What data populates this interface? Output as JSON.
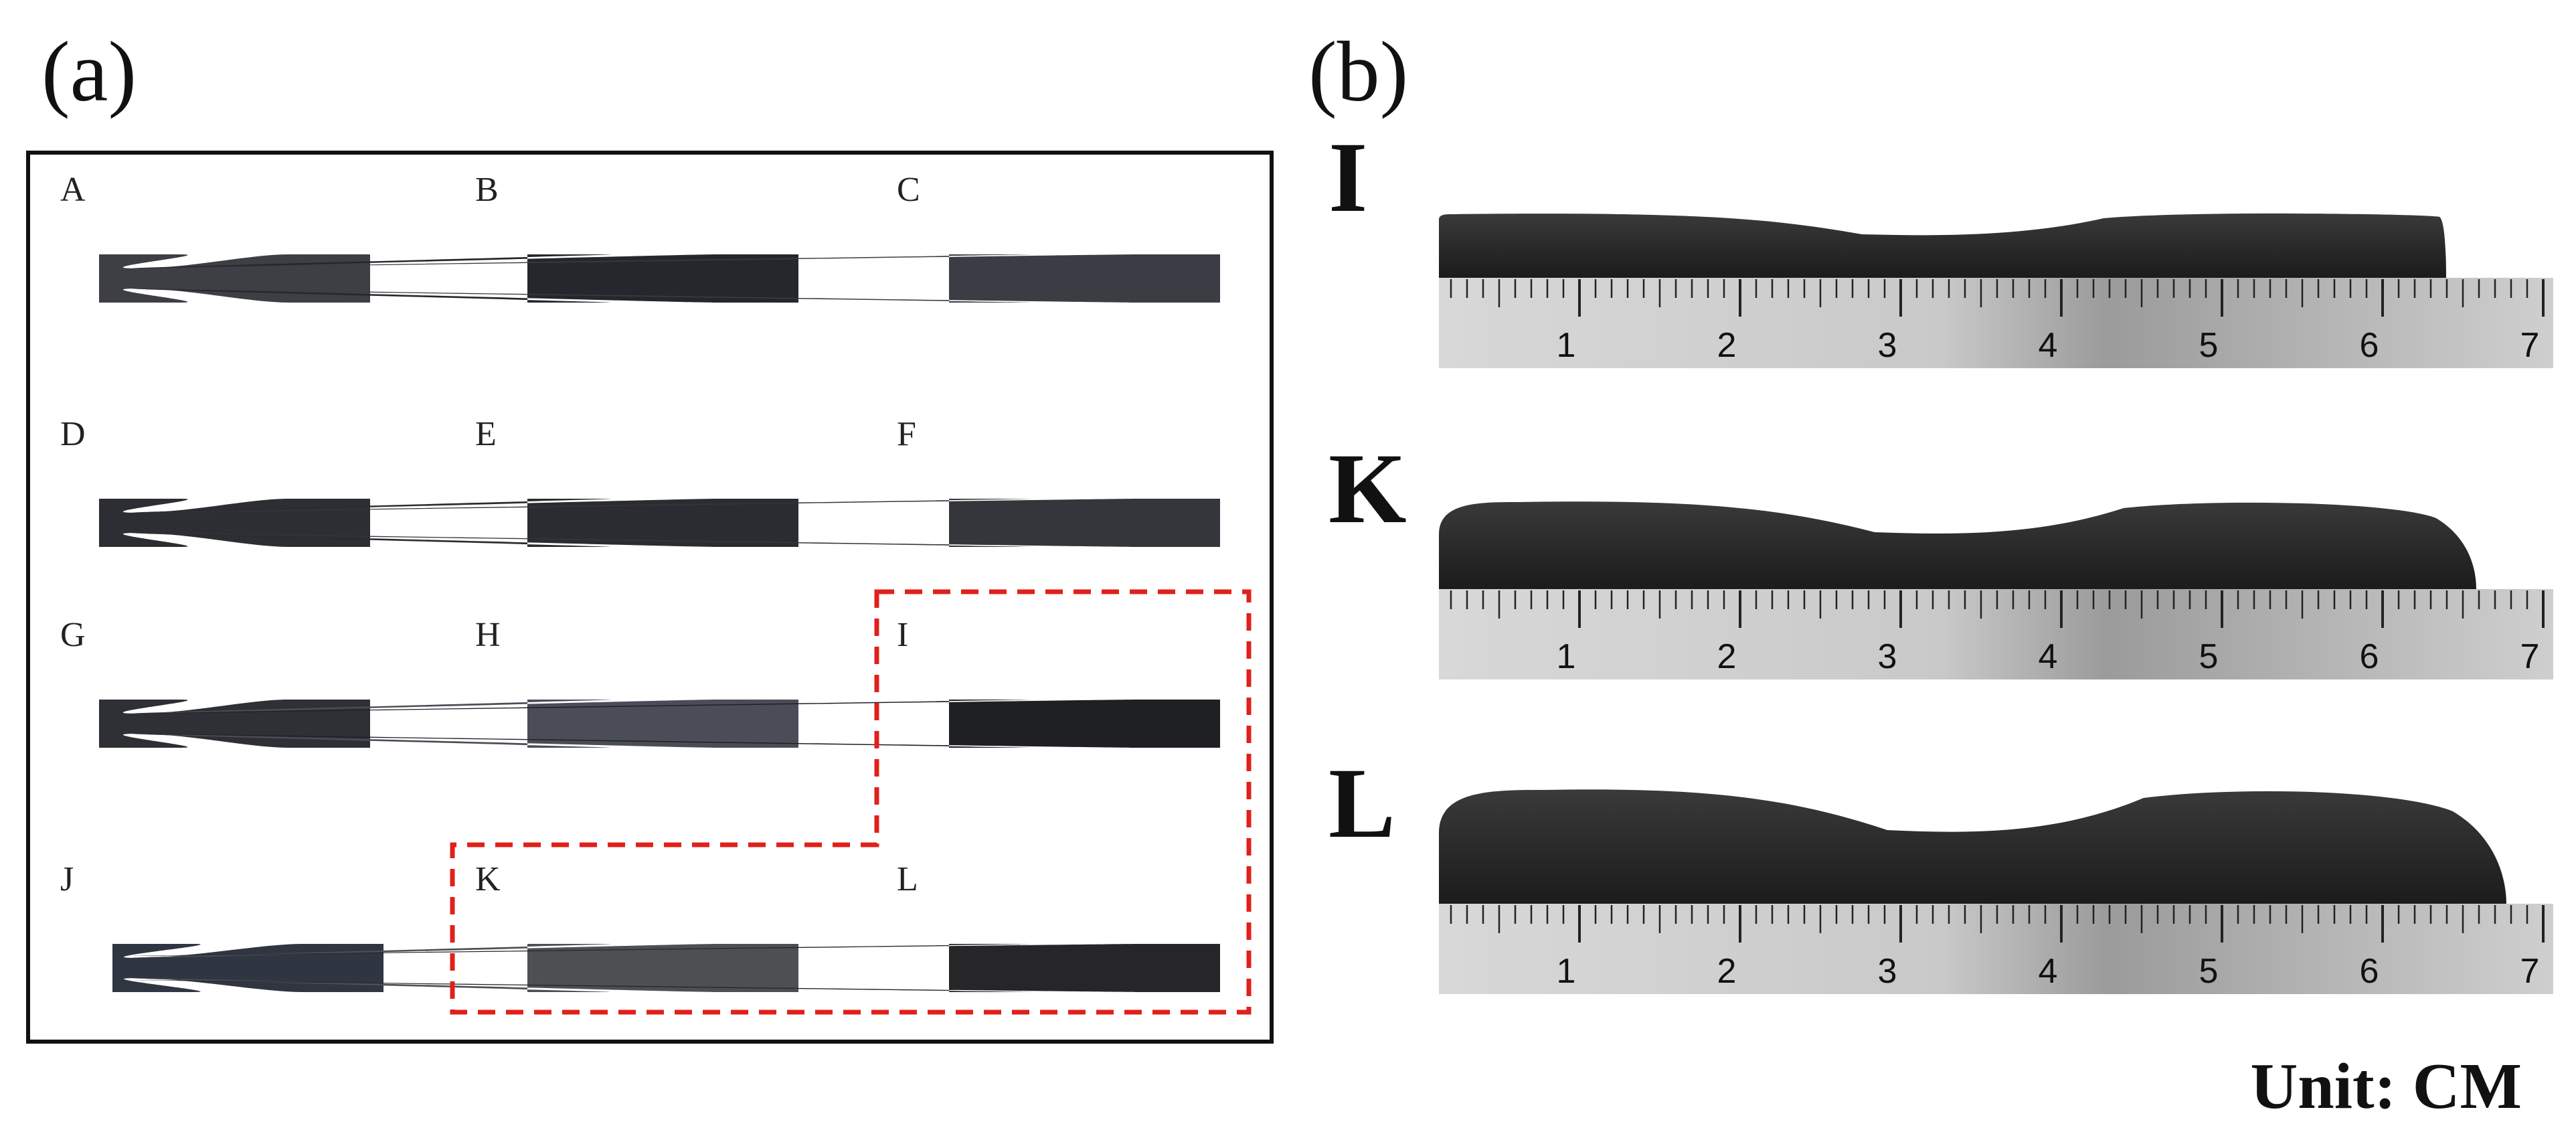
{
  "panels": {
    "a": {
      "label": "(a)"
    },
    "b": {
      "label": "(b)"
    }
  },
  "specimens": [
    {
      "letter": "A",
      "shade": "#3d3f45"
    },
    {
      "letter": "B",
      "shade": "#25272c"
    },
    {
      "letter": "C",
      "shade": "#3a3d44"
    },
    {
      "letter": "D",
      "shade": "#2c2e33"
    },
    {
      "letter": "E",
      "shade": "#2a2c31"
    },
    {
      "letter": "F",
      "shade": "#34363b"
    },
    {
      "letter": "G",
      "shade": "#2e3035"
    },
    {
      "letter": "H",
      "shade": "#4a4d57"
    },
    {
      "letter": "I",
      "shade": "#1f2024"
    },
    {
      "letter": "J",
      "shade": "#303542"
    },
    {
      "letter": "K",
      "shade": "#4e4f52"
    },
    {
      "letter": "L",
      "shade": "#262628"
    }
  ],
  "highlight": {
    "color": "#e0201b",
    "groups": [
      "I",
      "K",
      "L"
    ]
  },
  "side_views": [
    {
      "letter": "I"
    },
    {
      "letter": "K"
    },
    {
      "letter": "L"
    }
  ],
  "ruler": {
    "numbers": [
      "1",
      "2",
      "3",
      "4",
      "5",
      "6",
      "7"
    ]
  },
  "unit": "Unit: CM"
}
